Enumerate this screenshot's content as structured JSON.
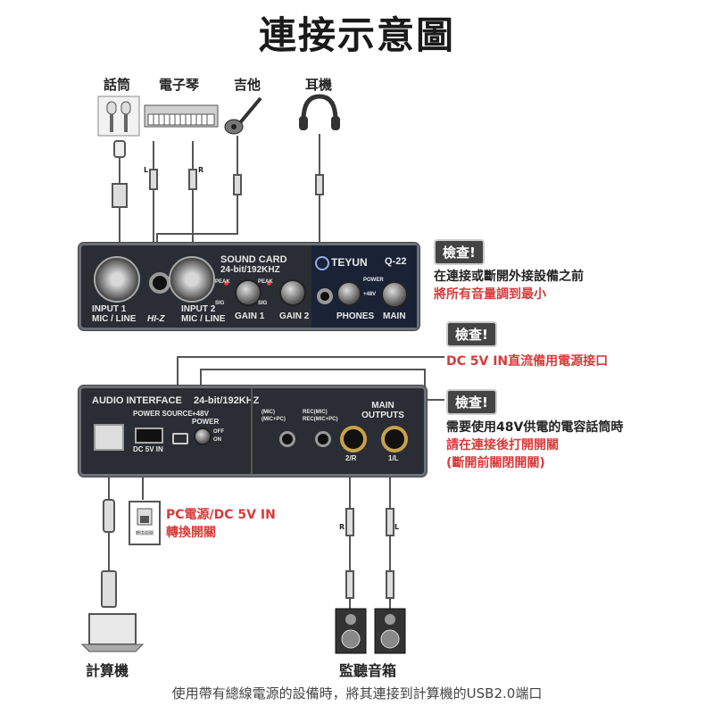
{
  "title": "連接示意圖",
  "sources": {
    "mic": "話筒",
    "keyboard": "電子琴",
    "guitar": "吉他",
    "headphones": "耳機"
  },
  "front_panel": {
    "sound_card": "SOUND CARD",
    "spec": "24-bit/192KHZ",
    "brand": "TEYUN",
    "model": "Q-22",
    "input1": "INPUT 1",
    "input1_sub": "MIC / LINE",
    "hiz": "HI-Z",
    "input2": "INPUT 2",
    "input2_sub": "MIC / LINE",
    "gain1": "GAIN 1",
    "gain2": "GAIN 2",
    "phones": "PHONES",
    "main": "MAIN",
    "peak1": "PEAK",
    "peak2": "PEAK",
    "sig1": "SIG",
    "sig2": "SIG",
    "power": "POWER",
    "plus48v": "+48V"
  },
  "back_panel": {
    "audio_interface": "AUDIO INTERFACE",
    "spec": "24-bit/192KHZ",
    "power_source": "POWER SOURCE",
    "dc5vin": "DC 5V IN",
    "plus48v": "+48V",
    "power": "POWER",
    "off": "OFF",
    "on": "ON",
    "mic_label": "(MIC)",
    "mic_pc_label": "(MIC+PC)",
    "rec_mic": "REC(MIC)",
    "rec_mic_pc": "REC(MIC+PC)",
    "main_outputs": "MAIN OUTPUTS",
    "out_r": "2/R",
    "out_l": "1/L"
  },
  "notes": [
    {
      "check": "檢查!",
      "line1": "在連接或斷開外接設備之前",
      "line2": "將所有音量調到最小"
    },
    {
      "check": "檢查!",
      "line1": "DC 5V IN直流備用電源接口"
    },
    {
      "check": "檢查!",
      "line1": "需要使用48V供電的電容話筒時",
      "line2": "請在連接後打開開關",
      "line3": "(斷開前關閉開關)"
    }
  ],
  "switch_note": {
    "line1": "PC電源/DC 5V IN",
    "line2": "轉換開關",
    "icon_caption": "轉換開關"
  },
  "cable_labels": {
    "L": "L",
    "R": "R"
  },
  "bottom": {
    "computer": "計算機",
    "monitors": "監聽音箱"
  },
  "footer": "使用帶有總線電源的設備時，將其連接到計算機的USB2.0端口",
  "colors": {
    "panel": "#2a2d33",
    "note_red": "#d83a3a",
    "check_bg": "#444444"
  }
}
